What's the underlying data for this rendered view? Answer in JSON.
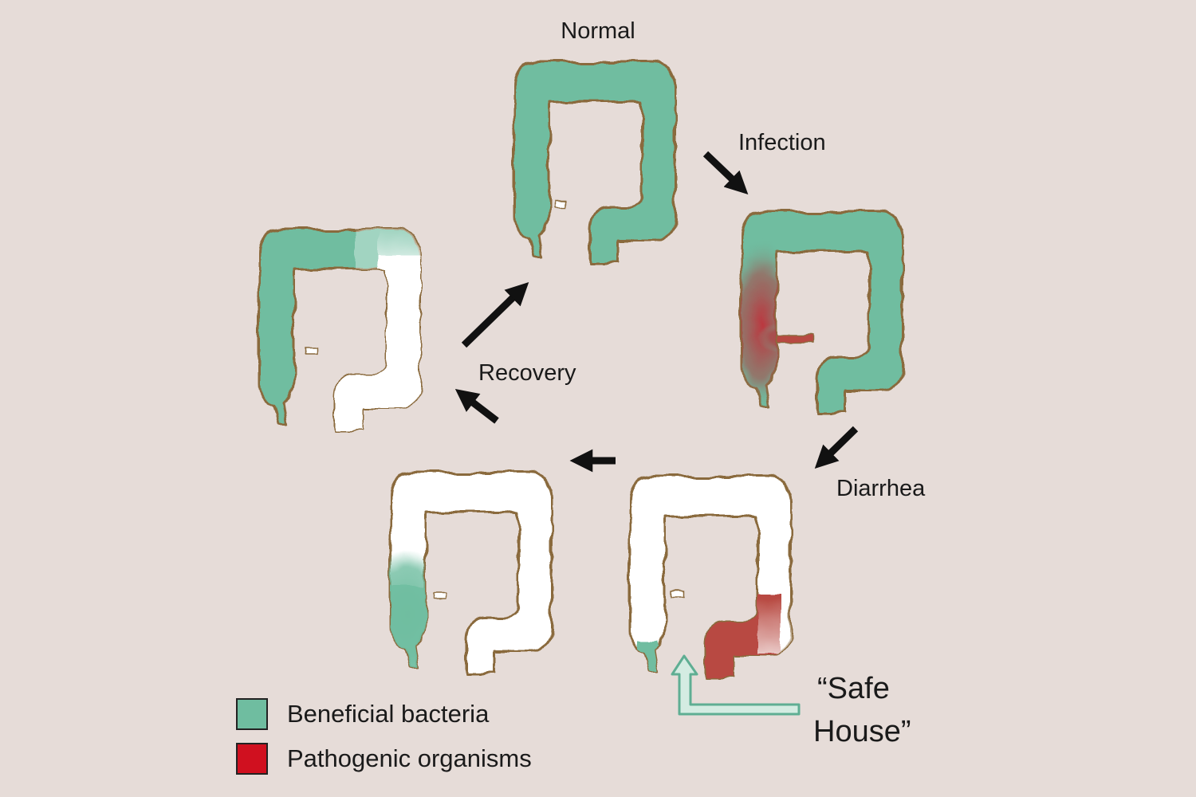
{
  "stages": {
    "normal": "Normal",
    "infection": "Infection",
    "diarrhea": "Diarrhea",
    "recovery": "Recovery"
  },
  "annotation": {
    "line1": "“Safe",
    "line2": "House”"
  },
  "legend": [
    {
      "label": "Beneficial bacteria",
      "color": "#6fbda0"
    },
    {
      "label": "Pathogenic organisms",
      "color": "#d0101f"
    }
  ],
  "colors": {
    "background": "#e6dcd8",
    "beneficial": "#6fbda0",
    "pathogenic": "#c0303a",
    "cleared": "#ffffff",
    "outline": "#8a6a3e",
    "arrow": "#111111"
  }
}
